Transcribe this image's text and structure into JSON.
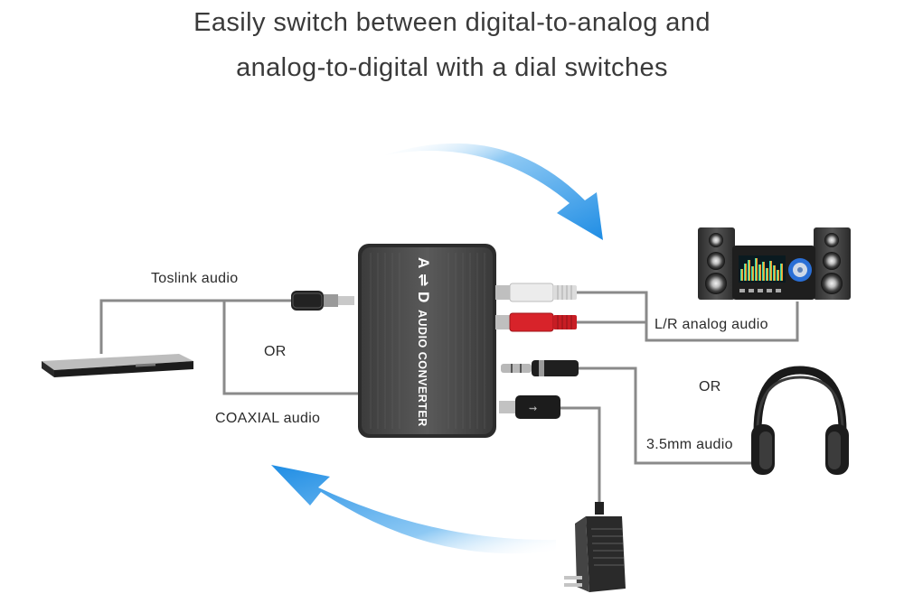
{
  "title": {
    "line1": "Easily switch between digital-to-analog and",
    "line2": "analog-to-digital with a dial switches"
  },
  "device": {
    "logo_left": "A",
    "logo_arrows": "⇌",
    "logo_right": "D",
    "name": "AUDIO CONVERTER"
  },
  "labels": {
    "toslink": "Toslink audio",
    "or_left": "OR",
    "coaxial": "COAXIAL audio",
    "lr_analog": "L/R analog audio",
    "or_right": "OR",
    "mm35": "3.5mm audio"
  },
  "colors": {
    "arrow_blue": "#2f95e6",
    "cable_gray": "#8a8a8a",
    "rca_red": "#d8232a",
    "rca_white": "#e9e9e9",
    "converter_body": "#4a4a4a"
  },
  "icons": [
    "blue-curved-arrow-icon",
    "dvd-player-icon",
    "speaker-system-icon",
    "headphones-icon",
    "power-adapter-icon",
    "rca-plug-icon",
    "optical-plug-icon",
    "jack-plug-icon",
    "usb-plug-icon"
  ]
}
